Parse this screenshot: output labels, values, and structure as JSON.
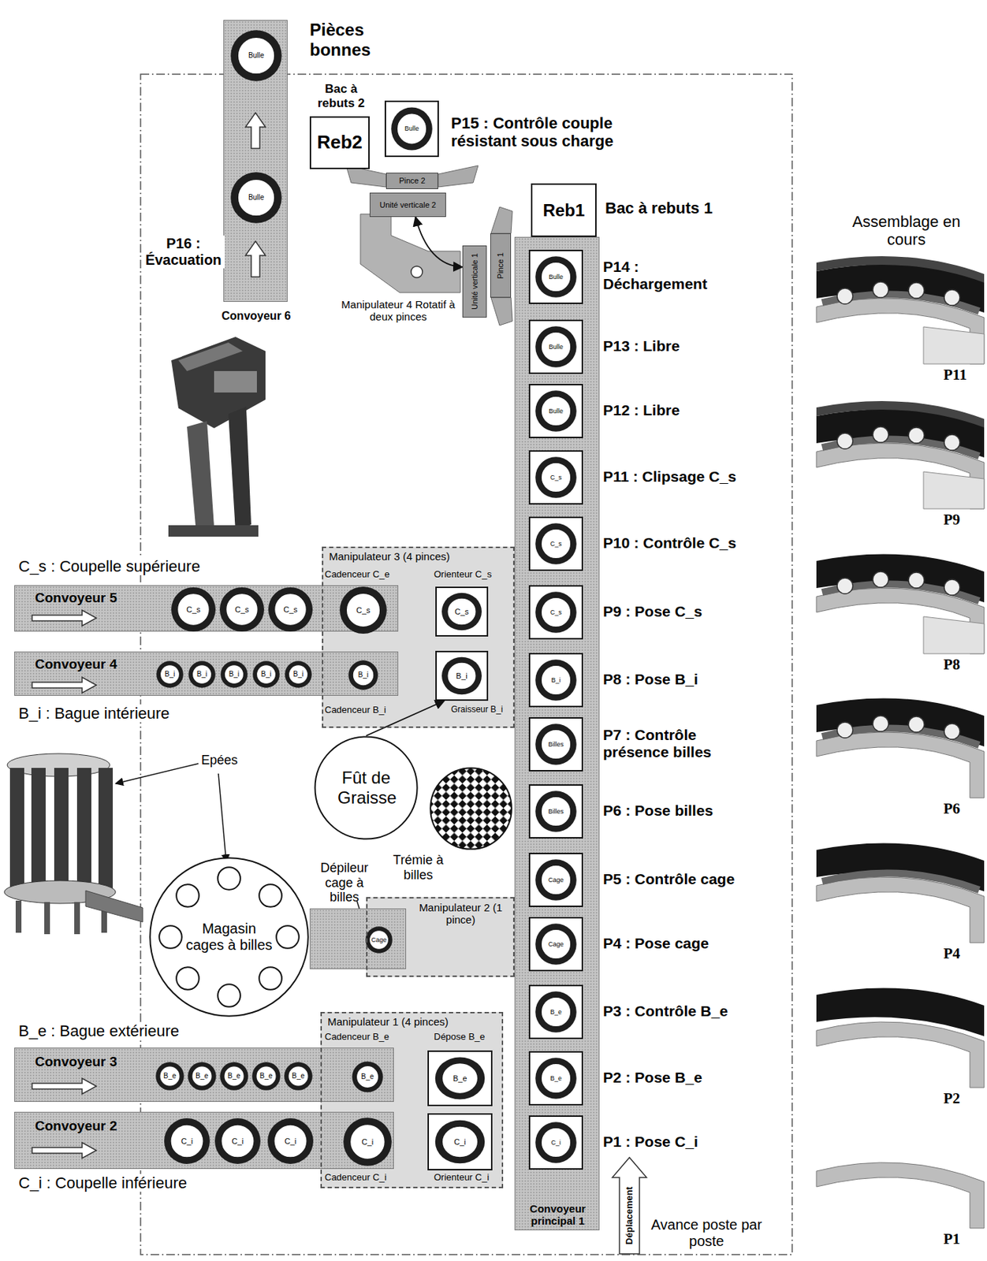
{
  "diagram": {
    "nodes": [
      {
        "text": [
          "Convoyeur 6"
        ]
      },
      {
        "text": [
          "Bulle"
        ],
        "in": 0
      },
      {
        "text": [
          "Bulle"
        ],
        "in": 0
      },
      {
        "text": [
          "Bac à rebuts 2",
          "Reb2"
        ]
      },
      {
        "text": [
          "Bulle"
        ]
      },
      {
        "text": [
          "Pince 2"
        ]
      },
      {
        "text": [
          "Unité verticale 2"
        ]
      },
      {
        "text": [
          "Unité verticale 1"
        ]
      },
      {
        "text": [
          "Pince 1"
        ]
      },
      {
        "text": [
          "Reb1",
          "Bac à rebuts 1"
        ]
      },
      {
        "text": [
          "Convoyeur principal 1"
        ]
      },
      {
        "text": [
          "Bulle"
        ],
        "in": 10
      },
      {
        "text": [
          "Bulle"
        ],
        "in": 10
      },
      {
        "text": [
          "Bulle"
        ],
        "in": 10
      },
      {
        "text": [
          "C_s"
        ],
        "in": 10
      },
      {
        "text": [
          "C_s"
        ],
        "in": 10
      },
      {
        "text": [
          "C_s"
        ],
        "in": 10
      },
      {
        "text": [
          "B_i"
        ],
        "in": 10
      },
      {
        "text": [
          "Billes"
        ],
        "in": 10
      },
      {
        "text": [
          "Billes"
        ],
        "in": 10
      },
      {
        "text": [
          "Cage"
        ],
        "in": 10
      },
      {
        "text": [
          "Cage"
        ],
        "in": 10
      },
      {
        "text": [
          "B_e"
        ],
        "in": 10
      },
      {
        "text": [
          "B_e"
        ],
        "in": 10
      },
      {
        "text": [
          "C_i"
        ],
        "in": 10
      },
      {
        "text": [
          "Manipulateur 3 (4 pinces)"
        ]
      },
      {
        "text": [
          "Convoyeur 5"
        ]
      },
      {
        "text": [
          "C_s"
        ],
        "in": 26
      },
      {
        "text": [
          "C_s"
        ],
        "in": 26
      },
      {
        "text": [
          "C_s"
        ],
        "in": 26
      },
      {
        "text": [
          "C_s"
        ],
        "in": 25
      },
      {
        "text": [
          "C_s"
        ],
        "in": 25
      },
      {
        "text": [
          "Convoyeur 4"
        ]
      },
      {
        "text": [
          "B_i"
        ],
        "in": 32
      },
      {
        "text": [
          "B_i"
        ],
        "in": 32
      },
      {
        "text": [
          "B_i"
        ],
        "in": 32
      },
      {
        "text": [
          "B_i"
        ],
        "in": 32
      },
      {
        "text": [
          "B_i"
        ],
        "in": 32
      },
      {
        "text": [
          "B_i"
        ],
        "in": 25
      },
      {
        "text": [
          "B_i"
        ],
        "in": 25
      },
      {
        "text": [
          "Fût de Graisse"
        ]
      },
      {
        "text": [
          "Trémie à billes"
        ]
      },
      {
        "text": [
          "Magasin cages à billes"
        ]
      },
      {
        "text": [
          "Manipulateur 2 (1 pince)"
        ]
      },
      {
        "text": [
          "Dépileur cage à billes"
        ]
      },
      {
        "text": [
          "Cage"
        ],
        "in": 44
      },
      {
        "text": [
          "Manipulateur 1 (4 pinces)"
        ]
      },
      {
        "text": [
          "Convoyeur 3"
        ]
      },
      {
        "text": [
          "B_e"
        ],
        "in": 47
      },
      {
        "text": [
          "B_e"
        ],
        "in": 47
      },
      {
        "text": [
          "B_e"
        ],
        "in": 47
      },
      {
        "text": [
          "B_e"
        ],
        "in": 47
      },
      {
        "text": [
          "B_e"
        ],
        "in": 47
      },
      {
        "text": [
          "B_e"
        ],
        "in": 46
      },
      {
        "text": [
          "B_e"
        ],
        "in": 46
      },
      {
        "text": [
          "Convoyeur 2"
        ]
      },
      {
        "text": [
          "C_i"
        ],
        "in": 55
      },
      {
        "text": [
          "C_i"
        ],
        "in": 55
      },
      {
        "text": [
          "C_i"
        ],
        "in": 55
      },
      {
        "text": [
          "C_i"
        ],
        "in": 46
      },
      {
        "text": [
          "C_i"
        ],
        "in": 46
      }
    ],
    "edges": [
      {
        "from": 40,
        "to": 39,
        "arrow": "to"
      },
      {
        "from": 6,
        "to": 7,
        "arrow": "both"
      }
    ],
    "labels": [
      "Pièces bonnes",
      "P15 : Contrôle couple résistant sous charge",
      "P16 : Évacuation",
      "Manipulateur 4 Rotatif à deux pinces",
      "P14 : Déchargement",
      "P13 : Libre",
      "P12 : Libre",
      "P11 : Clipsage C_s",
      "P10 : Contrôle C_s",
      "P9 : Pose C_s",
      "P8 : Pose B_i",
      "P7 : Contrôle présence billes",
      "P6 : Pose billes",
      "P5 : Contrôle cage",
      "P4 : Pose cage",
      "P3 : Contrôle B_e",
      "P2 : Pose B_e",
      "P1 : Pose C_i",
      "C_s : Coupelle supérieure",
      "B_i : Bague intérieure",
      "B_e : Bague extérieure",
      "C_i : Coupelle inférieure",
      "Cadenceur C_e",
      "Orienteur C_s",
      "Cadenceur B_i",
      "Graisseur B_i",
      "Cadenceur B_e",
      "Dépose B_e",
      "Cadenceur C_i",
      "Orienteur C_i",
      "Epées",
      "Déplacement",
      "Avance poste par poste",
      "Assemblage en cours",
      "P11",
      "P9",
      "P8",
      "P6",
      "P4",
      "P2",
      "P1"
    ]
  }
}
